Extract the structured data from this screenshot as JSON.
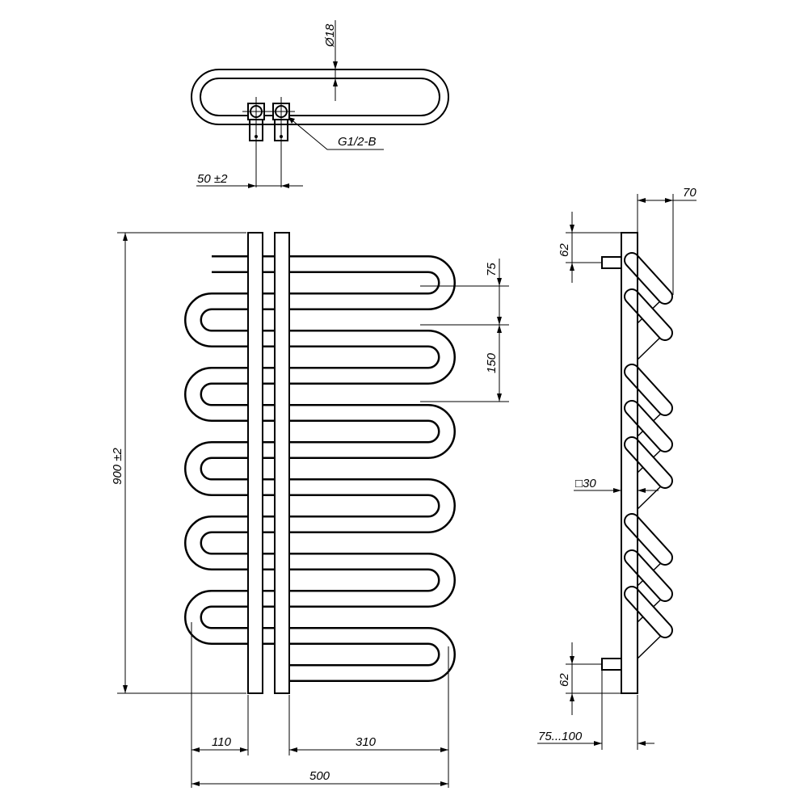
{
  "title": "Towel radiator technical drawing",
  "top_view": {
    "diameter_label": "Ø18",
    "thread_label": "G1/2-B",
    "spacing_label": "50 ±2"
  },
  "front_view": {
    "pitch_small_label": "75",
    "pitch_large_label": "150",
    "height_label": "900 ±2",
    "left_offset_label": "110",
    "right_offset_label": "310",
    "width_label": "500"
  },
  "side_view": {
    "depth_label": "70",
    "top_mount_label": "62",
    "bottom_mount_label": "62",
    "profile_label": "□30",
    "wall_distance_label": "75...100"
  },
  "colors": {
    "line": "#000000",
    "background": "#ffffff"
  }
}
